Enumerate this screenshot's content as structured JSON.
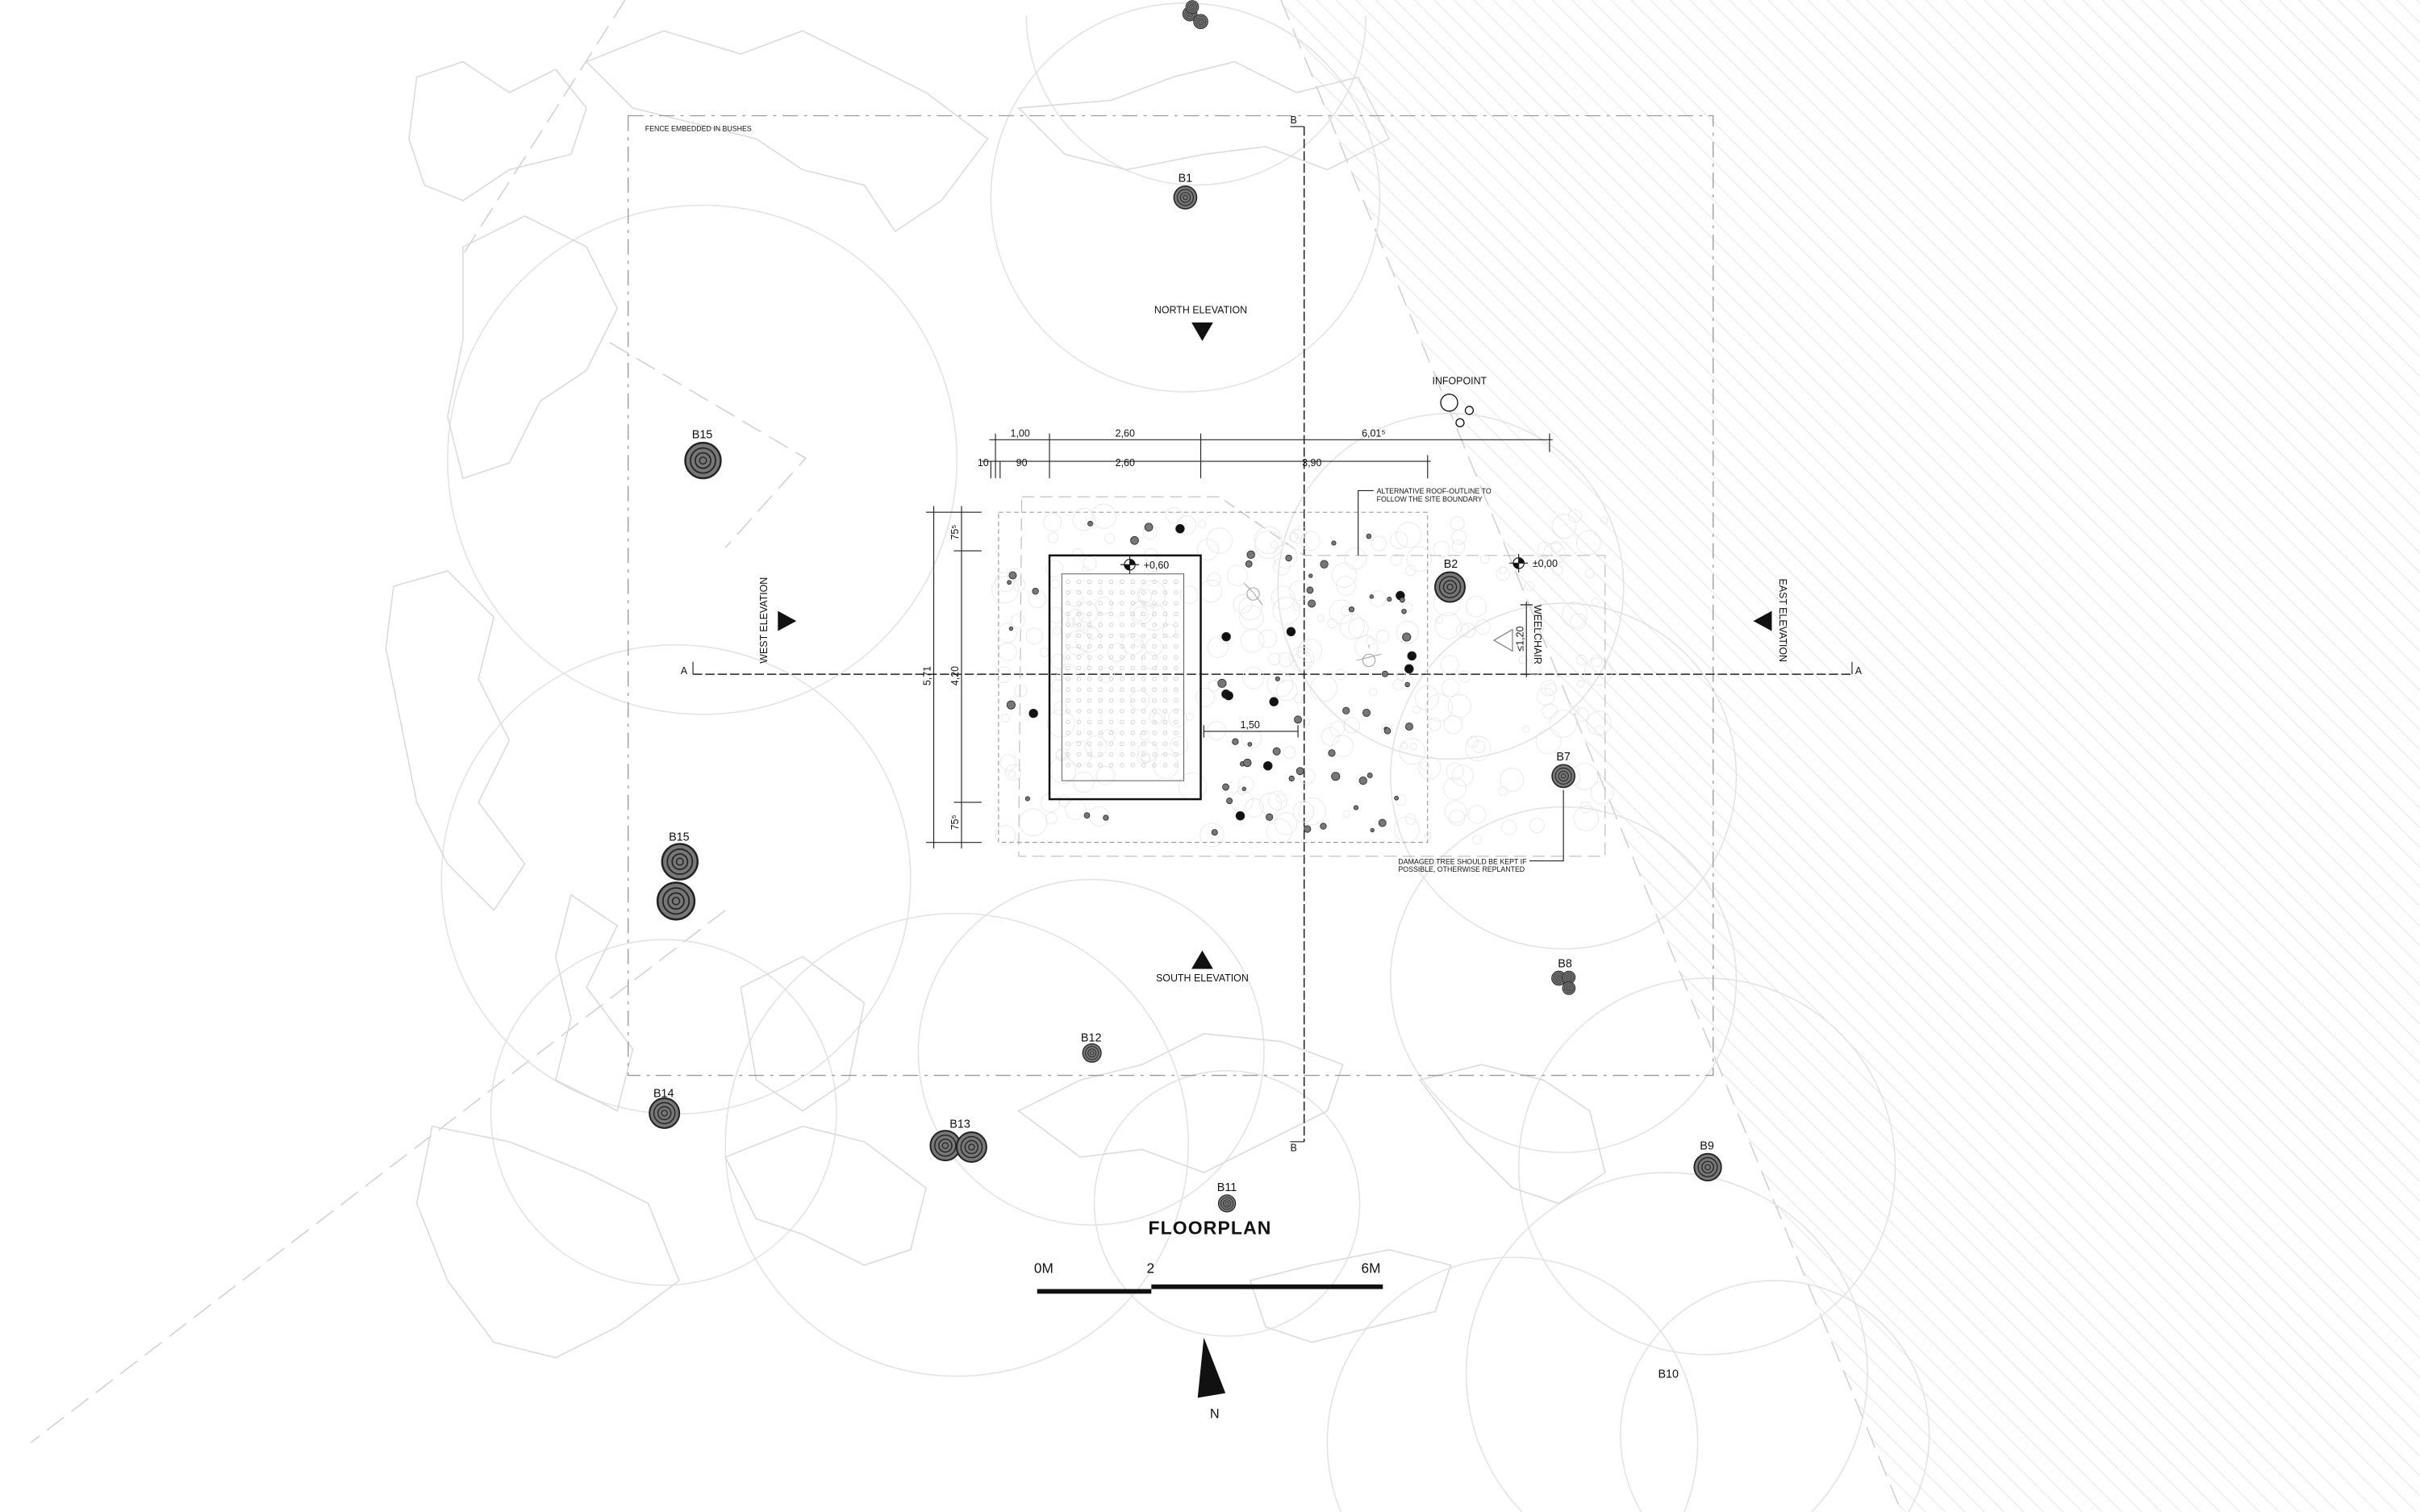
{
  "title": "FLOORPLAN",
  "notes": {
    "fence": "FENCE EMBEDDED IN BUSHES",
    "roof_line1": "ALTERNATIVE ROOF-OUTLINE TO",
    "roof_line2": "FOLLOW THE SITE BOUNDARY",
    "tree_line1": "DAMAGED TREE SHOULD BE KEPT IF",
    "tree_line2": "POSSIBLE, OTHERWISE REPLANTED",
    "infopoint": "INFOPOINT",
    "wheelchair": "WEELCHAIR"
  },
  "elevations": {
    "north": "NORTH ELEVATION",
    "south": "SOUTH ELEVATION",
    "east": "EAST ELEVATION",
    "west": "WEST ELEVATION"
  },
  "sections": {
    "a": "A",
    "b": "B"
  },
  "levels": {
    "pool": "+0,60",
    "ground": "±0,00"
  },
  "dimensions": {
    "top_row": [
      "1,00",
      "2,60",
      "6,01⁵"
    ],
    "second_row": [
      "10",
      "90",
      "2,60",
      "3,90"
    ],
    "left_outer": "5,71",
    "left_inner": "4,20",
    "left_top": "75⁵",
    "left_bottom": "75⁵",
    "ramp": "≤1,20",
    "gap": "1,50"
  },
  "trees": {
    "b1": "B1",
    "b2": "B2",
    "b7": "B7",
    "b8": "B8",
    "b9": "B9",
    "b10": "B10",
    "b11": "B11",
    "b12": "B12",
    "b13": "B13",
    "b14": "B14",
    "b15_upper": "B15",
    "b15_lower": "B15"
  },
  "scale_bar": {
    "start": "0M",
    "mid": "2",
    "end": "6M"
  },
  "north_arrow": "N",
  "colors": {
    "ink": "#111111",
    "tree_fill": "#777777",
    "light_line": "#e2e2e2",
    "hatch": "#dcdcdc"
  }
}
